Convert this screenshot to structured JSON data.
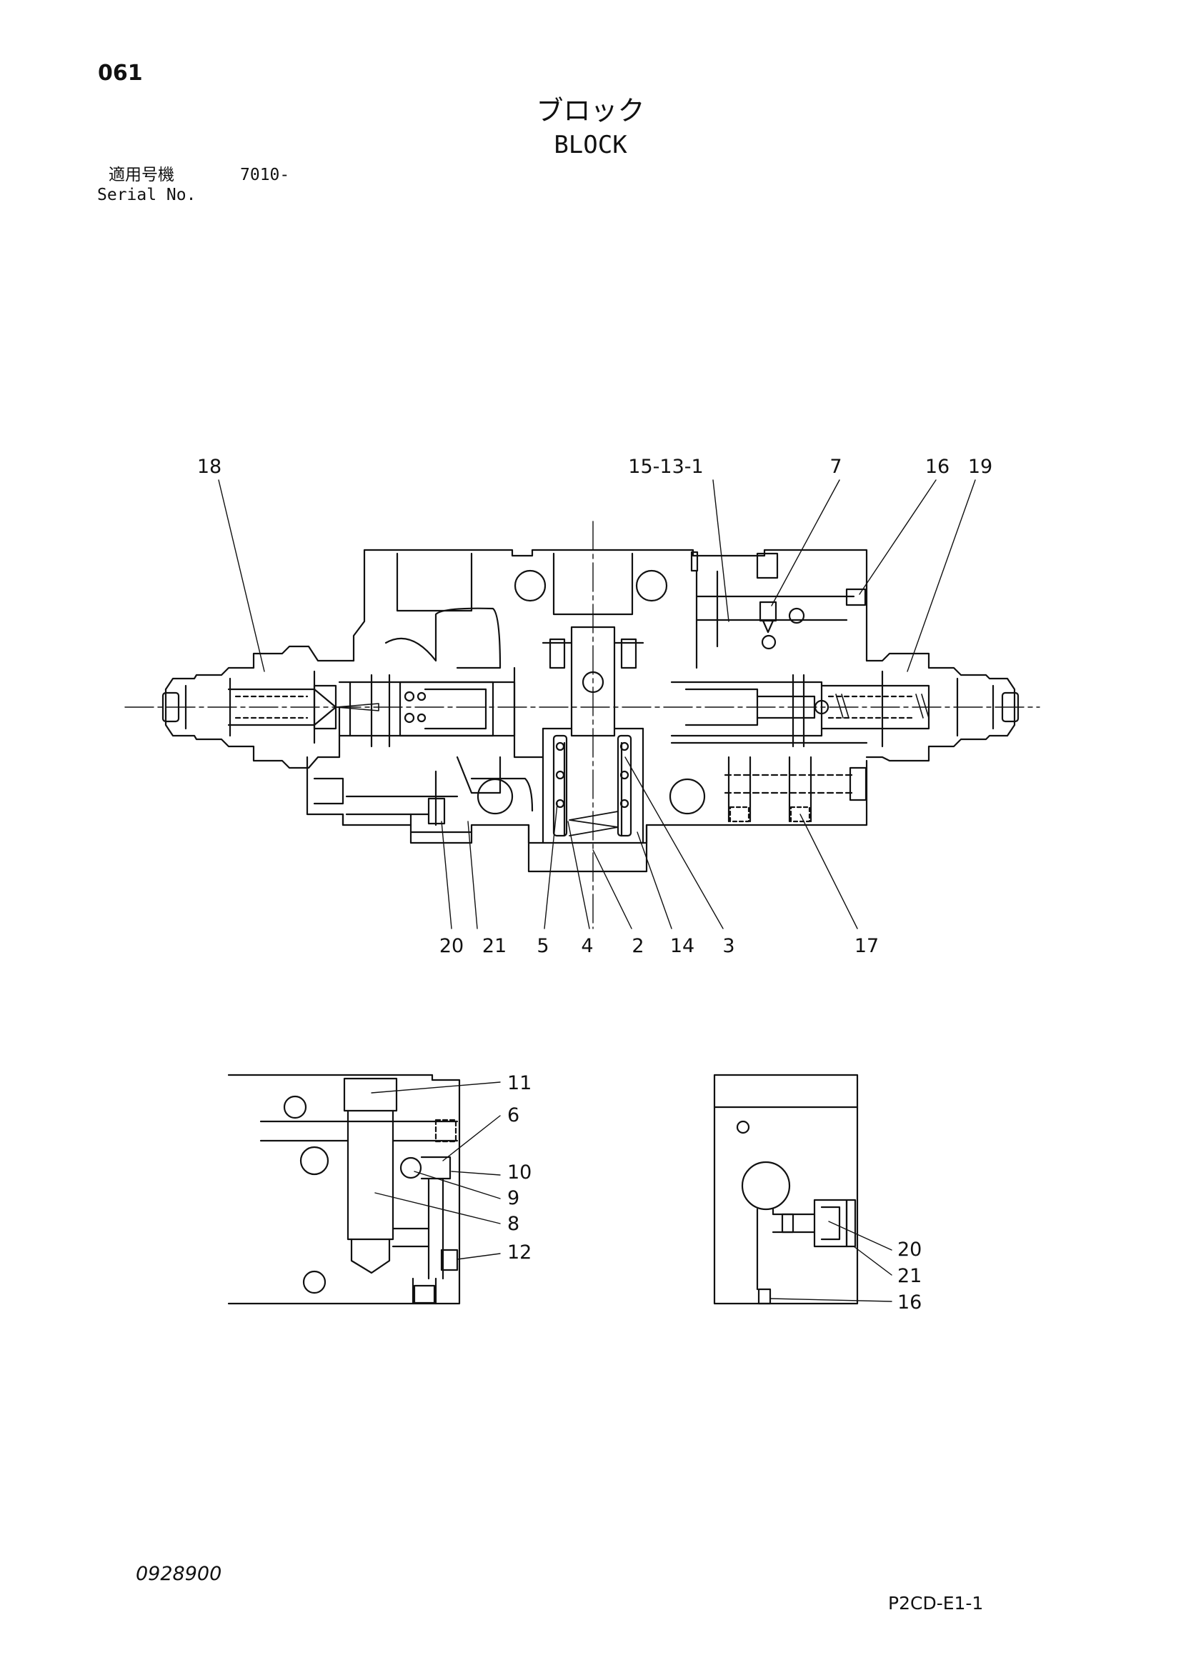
{
  "header": {
    "page_number": "061",
    "title_ja": "ブロック",
    "title_en": "BLOCK"
  },
  "serial": {
    "label_ja": "適用号機",
    "value": "7010-",
    "label_en": "Serial No."
  },
  "diagram": {
    "main_view": {
      "callouts_top": [
        "18",
        "15-13-1",
        "7",
        "16",
        "19"
      ],
      "callouts_bottom": [
        "20",
        "21",
        "5",
        "4",
        "2",
        "14",
        "3",
        "17"
      ]
    },
    "detail_left": {
      "callouts": [
        "11",
        "6",
        "10",
        "9",
        "8",
        "12"
      ]
    },
    "detail_right": {
      "callouts": [
        "20",
        "21",
        "16"
      ]
    }
  },
  "footer": {
    "doc_number": "0928900",
    "page_code": "P2CD-E1-1"
  }
}
